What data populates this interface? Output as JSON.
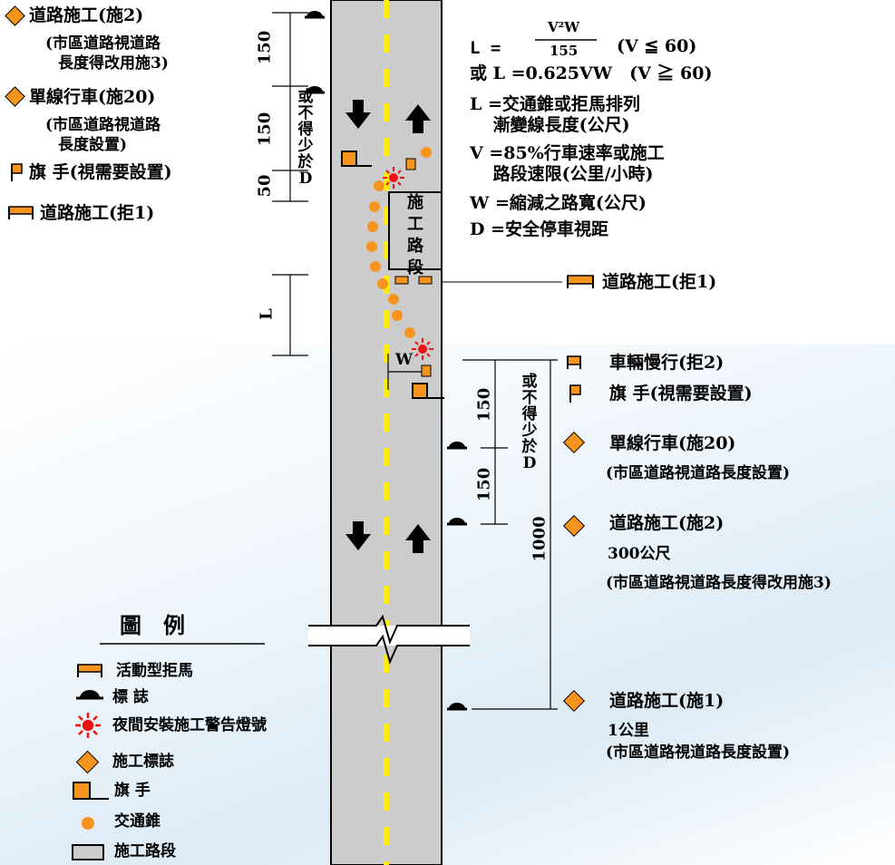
{
  "legend_top_left": [
    {
      "icon": "diamond-icon",
      "label": "道路施工(施2)",
      "note": [
        "(市區道路視道路",
        "長度得改用施3)"
      ]
    },
    {
      "icon": "diamond-icon",
      "label": "單線行車(施20)",
      "note": [
        "(市區道路視道路",
        "長度設置)"
      ]
    },
    {
      "icon": "flag-icon",
      "label": "旗 手(視需要設置)"
    },
    {
      "icon": "barrier-icon",
      "label": "道路施工(拒1)"
    }
  ],
  "formula": {
    "l_prefix": "L =",
    "numerator": "V²W",
    "denominator": "155",
    "cond1": "(V ≦ 60)",
    "line2": "或 L =0.625VW　(V ≧ 60)"
  },
  "definitions": [
    [
      "L =交通錐或拒馬排列",
      "　 漸變線長度(公尺)"
    ],
    [
      "V =85%行車速率或施工",
      "　 路段速限(公里/小時)"
    ],
    [
      "W =縮減之路寬(公尺)"
    ],
    [
      "D =安全停車視距"
    ]
  ],
  "work_zone_text": "施工路段",
  "dimensions": {
    "top_150": "150",
    "mid_150": "150",
    "d_50": "50",
    "l_label": "L",
    "w_label": "W",
    "right_150_a": "150",
    "right_150_b": "150",
    "right_1000": "1000",
    "not_less_than_d": "或不得少於D"
  },
  "right_labels": {
    "barrier_mid": "道路施工(拒1)",
    "slow_down": "車輛慢行(拒2)",
    "flagger": "旗 手(視需要設置)",
    "single_lane": "單線行車(施20)",
    "single_lane_note": "(市區道路視道路長度設置)",
    "sign2": "道路施工(施2)",
    "sign2_dist": "300公尺",
    "sign2_note": "(市區道路視道路長度得改用施3)",
    "sign1": "道路施工(施1)",
    "sign1_dist": "1公里",
    "sign1_note": "(市區道路視道路長度設置)"
  },
  "legend": {
    "title": "圖　例",
    "items": [
      {
        "icon": "barrier-icon",
        "label": "活動型拒馬"
      },
      {
        "icon": "sign-icon",
        "label": "標 誌"
      },
      {
        "icon": "warning-light-icon",
        "label": "夜間安裝施工警告燈號"
      },
      {
        "icon": "diamond-icon",
        "label": "施工標誌"
      },
      {
        "icon": "flagger-icon",
        "label": "旗 手"
      },
      {
        "icon": "cone-icon",
        "label": "交通錐"
      },
      {
        "icon": "work-zone-icon",
        "label": "施工路段"
      }
    ]
  },
  "colors": {
    "road": "#cccccc",
    "center_line": "#ffee00",
    "orange": "#f7941d",
    "red": "#ee1111",
    "black": "#000000"
  }
}
